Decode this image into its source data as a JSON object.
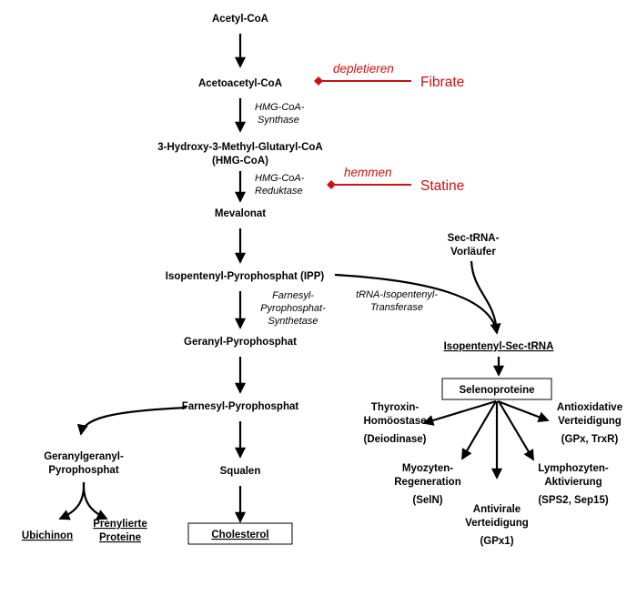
{
  "colors": {
    "inhibitor": "#cc1111",
    "arrow": "#000000",
    "text": "#000000"
  },
  "main_pathway": {
    "acetyl_coa": "Acetyl-CoA",
    "acetoacetyl_coa": "Acetoacetyl-CoA",
    "hmg_coa_line1": "3-Hydroxy-3-Methyl-Glutaryl-CoA",
    "hmg_coa_line2": "(HMG-CoA)",
    "mevalonat": "Mevalonat",
    "ipp": "Isopentenyl-Pyrophosphat (IPP)",
    "geranyl_pp": "Geranyl-Pyrophosphat",
    "farnesyl_pp": "Farnesyl-Pyrophosphat",
    "squalen": "Squalen",
    "cholesterol": "Cholesterol"
  },
  "enzymes": {
    "hmg_synthase": [
      "HMG-CoA-",
      "Synthase"
    ],
    "hmg_reduktase": [
      "HMG-CoA-",
      "Reduktase"
    ],
    "fpp_synthetase": [
      "Farnesyl-",
      "Pyrophosphat-",
      "Synthetase"
    ],
    "trna_transferase": [
      "tRNA-Isopentenyl-",
      "Transferase"
    ]
  },
  "inhibitors": [
    {
      "drug": "Fibrate",
      "verb": "depletieren"
    },
    {
      "drug": "Statine",
      "verb": "hemmen"
    }
  ],
  "side_branch": {
    "ggpp": [
      "Geranylgeranyl-",
      "Pyrophosphat"
    ],
    "ubichinon": "Ubichinon",
    "prenylierte": [
      "Prenylierte",
      "Proteine"
    ]
  },
  "selen_branch": {
    "sec_trna": [
      "Sec-tRNA-",
      "Vorläufer"
    ],
    "isopentenyl_sec_trna": "Isopentenyl-Sec-tRNA",
    "selenoproteine": "Selenoproteine",
    "outcomes": [
      {
        "name": "thyroxin",
        "lines": [
          "Thyroxin-",
          "Homöostase"
        ],
        "detail": "(Deiodinase)"
      },
      {
        "name": "antioxidative",
        "lines": [
          "Antioxidative",
          "Verteidigung"
        ],
        "detail": "(GPx, TrxR)"
      },
      {
        "name": "myozyten",
        "lines": [
          "Myozyten-",
          "Regeneration"
        ],
        "detail": "(SelN)"
      },
      {
        "name": "antivirale",
        "lines": [
          "Antivirale",
          "Verteidigung"
        ],
        "detail": "(GPx1)"
      },
      {
        "name": "lymphozyten",
        "lines": [
          "Lymphozyten-",
          "Aktivierung"
        ],
        "detail": "(SPS2, Sep15)"
      }
    ]
  }
}
